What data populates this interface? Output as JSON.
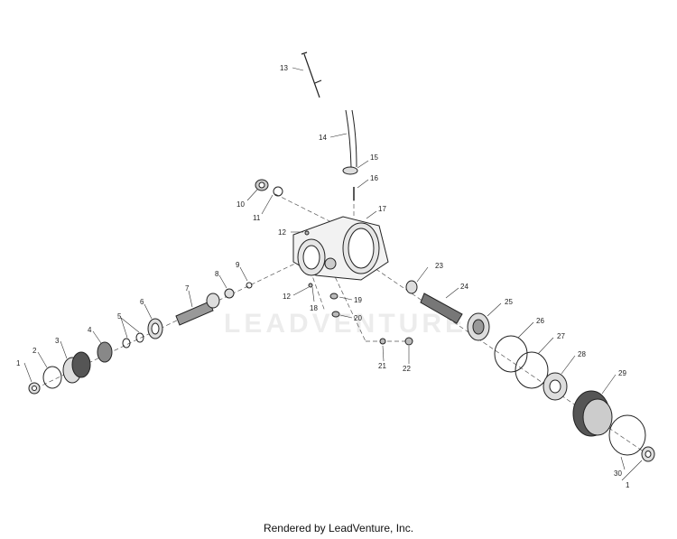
{
  "diagram": {
    "watermark": "LEADVENTURE",
    "callouts": [
      "1",
      "2",
      "3",
      "4",
      "5",
      "6",
      "7",
      "8",
      "9",
      "10",
      "11",
      "12",
      "12",
      "13",
      "14",
      "15",
      "16",
      "17",
      "18",
      "19",
      "20",
      "21",
      "22",
      "23",
      "24",
      "25",
      "26",
      "27",
      "28",
      "29",
      "30",
      "1"
    ]
  },
  "footer": {
    "credit": "Rendered by LeadVenture, Inc."
  }
}
